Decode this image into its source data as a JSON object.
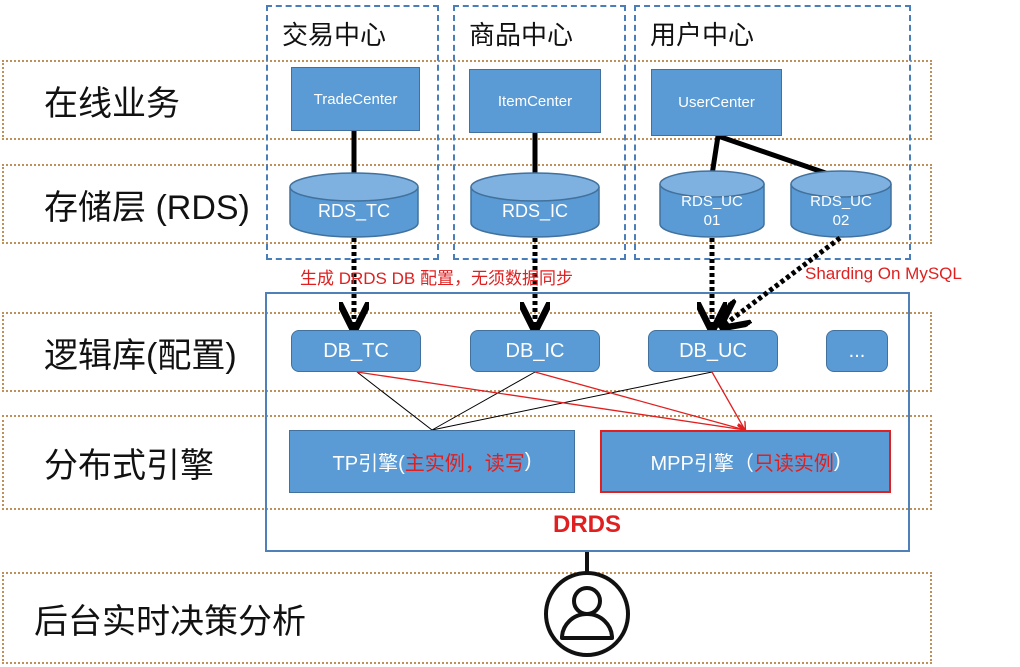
{
  "layers": [
    {
      "id": "online",
      "label": "在线业务"
    },
    {
      "id": "storage",
      "label": "存储层 (RDS)"
    },
    {
      "id": "logic",
      "label": "逻辑库(配置)"
    },
    {
      "id": "engine",
      "label": "分布式引擎"
    },
    {
      "id": "analysis",
      "label": "后台实时决策分析"
    }
  ],
  "centers": [
    {
      "id": "trade",
      "title": "交易中心",
      "app": "TradeCenter",
      "dbs": [
        "RDS_TC"
      ]
    },
    {
      "id": "item",
      "title": "商品中心",
      "app": "ItemCenter",
      "dbs": [
        "RDS_IC"
      ]
    },
    {
      "id": "user",
      "title": "用户中心",
      "app": "UserCenter",
      "dbs": [
        "RDS_UC\n01",
        "RDS_UC\n02"
      ]
    }
  ],
  "logical_dbs": [
    "DB_TC",
    "DB_IC",
    "DB_UC",
    "..."
  ],
  "engines": {
    "tp": {
      "prefix": "TP引擎(",
      "highlight": "主实例，读写",
      "suffix": ")"
    },
    "mpp": {
      "prefix": "MPP引擎（",
      "highlight": "只读实例",
      "suffix": ")"
    }
  },
  "annotations": {
    "sync_note": "生成 DRDS DB 配置，无须数据同步",
    "sharding_note": "Sharding On MySQL"
  },
  "system_label": "DRDS",
  "user_icon": "user-icon",
  "colors": {
    "node_fill": "#5b9bd5",
    "node_border": "#41719c",
    "highlight": "#e02020",
    "region_border": "#4a7ebb",
    "band_border": "#c0905a"
  }
}
